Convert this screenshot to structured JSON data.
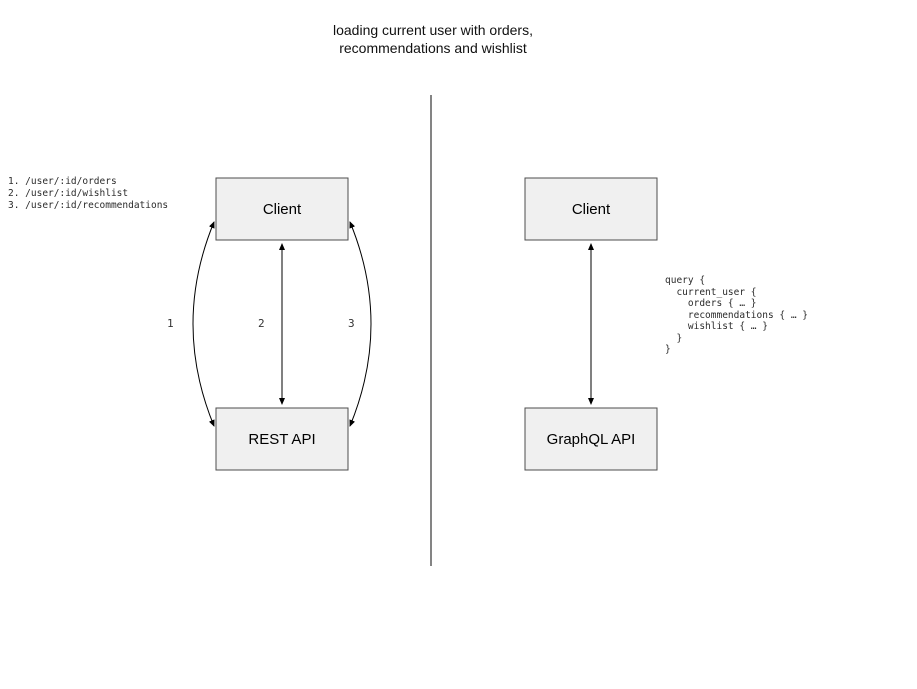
{
  "title": {
    "line1": "loading current user with orders,",
    "line2": "recommendations and wishlist"
  },
  "left_panel": {
    "routes": [
      "1. /user/:id/orders",
      "2. /user/:id/wishlist",
      "3. /user/:id/recommendations"
    ],
    "client_label": "Client",
    "api_label": "REST API",
    "arrow_labels": [
      "1",
      "2",
      "3"
    ]
  },
  "right_panel": {
    "client_label": "Client",
    "api_label": "GraphQL API",
    "query_lines": [
      "query {",
      "  current_user {",
      "    orders { … }",
      "    recommendations { … }",
      "    wishlist { … }",
      "  }",
      "}"
    ]
  },
  "colors": {
    "box_fill": "#f0f0f0",
    "box_border": "#4d4d4d",
    "line": "#000000",
    "divider": "#333333"
  }
}
